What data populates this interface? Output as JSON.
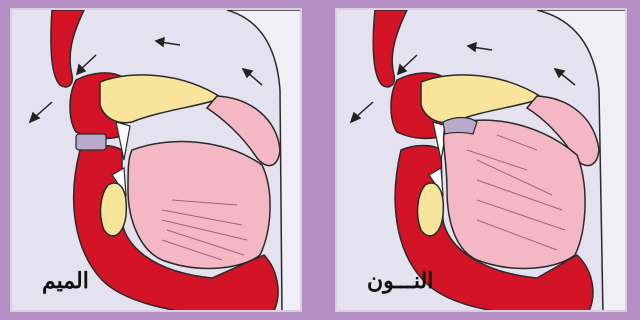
{
  "colors": {
    "background": "#b38fc4",
    "panel": "#e4e2ee",
    "flesh_red": "#d21426",
    "bone_yellow": "#f6e59a",
    "tongue_pink": "#f3b8c4",
    "velum_contact": "#b9aacd",
    "outline": "#2a2a2a",
    "arrow": "#222222"
  },
  "panels": [
    {
      "id": "meem",
      "caption": "الميم",
      "closure": "lips"
    },
    {
      "id": "noon",
      "caption": "النـــون",
      "closure": "tongue-tip"
    }
  ],
  "icons": {
    "airflow": "arrow-icon"
  }
}
